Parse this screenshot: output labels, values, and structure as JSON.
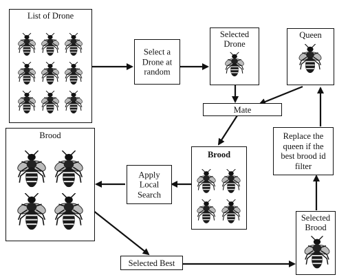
{
  "nodes": {
    "list_of_drone": "List of Drone",
    "select_random": "Select a\nDrone at\nrandom",
    "selected_drone": "Selected\nDrone",
    "queen": "Queen",
    "mate": "Mate",
    "replace_queen": "Replace the\nqueen if the\nbest brood id\nfilter",
    "brood_left": "Brood",
    "apply_local_search": "Apply\nLocal\nSearch",
    "brood_center": "Brood",
    "selected_brood": "Selected\nBrood",
    "selected_best": "Selected Best"
  },
  "icons": {
    "bee": "bee-icon"
  }
}
